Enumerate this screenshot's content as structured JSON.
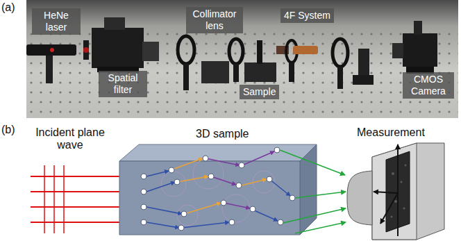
{
  "diagram": {
    "nodes": [
      {
        "text": [
          "HeNe laser"
        ]
      },
      {
        "text": [
          "Spatial filter"
        ]
      },
      {
        "text": [
          "Collimator lens"
        ]
      },
      {
        "text": [
          "4F System"
        ]
      },
      {
        "text": [
          "Sample"
        ]
      },
      {
        "text": [
          "CMOS Camera"
        ]
      }
    ],
    "labels": [
      "(a)",
      "(b)",
      "Incident plane wave",
      "3D sample",
      "Measurement"
    ]
  }
}
